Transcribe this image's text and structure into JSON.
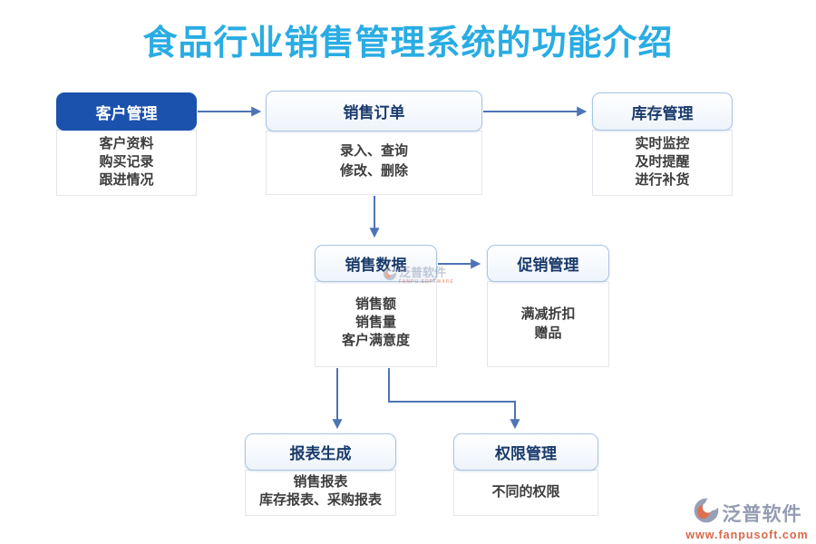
{
  "title": "食品行业销售管理系统的功能介绍",
  "colors": {
    "title": "#29ace3",
    "primary": "#1b52ae",
    "header-text": "#1a3a6b",
    "detail-text": "#3d3d3d",
    "arrow": "#4d74b5",
    "header-border": "#a9c4e6",
    "detail-border": "#e3e6ea",
    "logo-gray": "#939cb2",
    "logo-orange": "#d9694a"
  },
  "nodes": [
    {
      "id": "customer",
      "title": "客户管理",
      "lines": [
        "客户资料",
        "购买记录",
        "跟进情况"
      ]
    },
    {
      "id": "orders",
      "title": "销售订单",
      "lines": [
        "录入、查询",
        "修改、删除"
      ]
    },
    {
      "id": "inventory",
      "title": "库存管理",
      "lines": [
        "实时监控",
        "及时提醒",
        "进行补货"
      ]
    },
    {
      "id": "salesdata",
      "title": "销售数据",
      "lines": [
        "销售额",
        "销售量",
        "客户满意度"
      ]
    },
    {
      "id": "promotion",
      "title": "促销管理",
      "lines": [
        "满减折扣",
        "赠品"
      ]
    },
    {
      "id": "reports",
      "title": "报表生成",
      "lines": [
        "销售报表",
        "库存报表、采购报表"
      ]
    },
    {
      "id": "permissions",
      "title": "权限管理",
      "lines": [
        "不同的权限"
      ]
    }
  ],
  "edges": [
    {
      "from": "客户管理",
      "to": "销售订单"
    },
    {
      "from": "销售订单",
      "to": "库存管理"
    },
    {
      "from": "销售订单",
      "to": "销售数据"
    },
    {
      "from": "销售数据",
      "to": "促销管理"
    },
    {
      "from": "销售数据",
      "to": "报表生成"
    },
    {
      "from": "销售数据",
      "to": "权限管理"
    }
  ],
  "watermark": {
    "text": "泛普软件",
    "caption": "FANPU SOFTWARE"
  },
  "logo": {
    "name": "泛普软件",
    "url": "www.fanpusoft.com"
  }
}
